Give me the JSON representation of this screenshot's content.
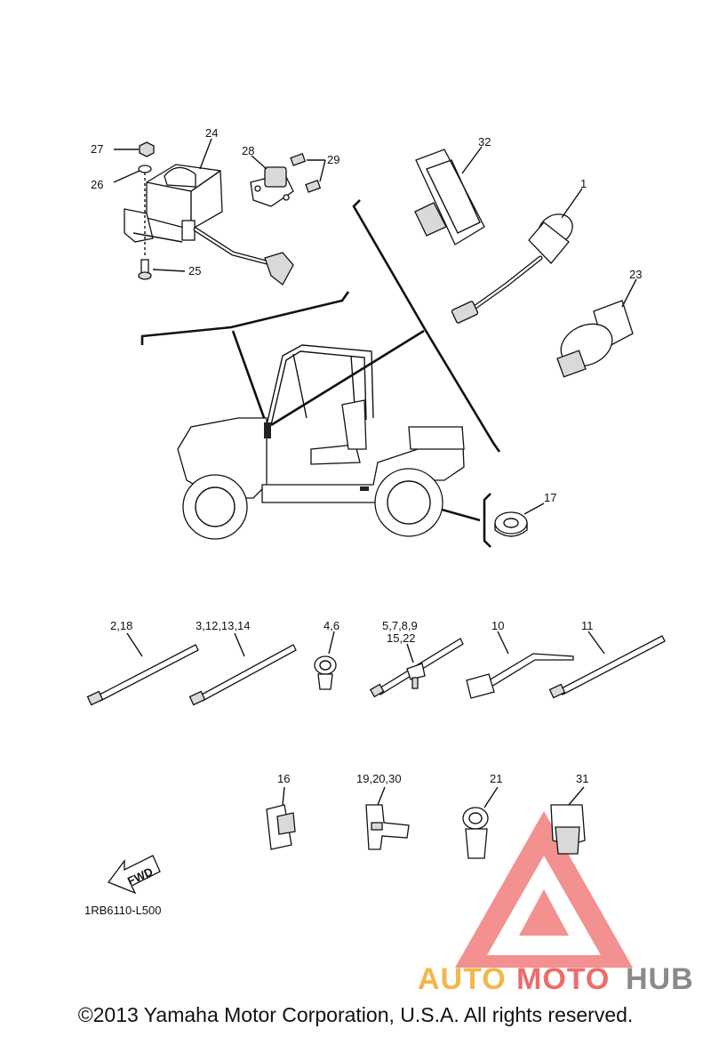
{
  "labels": {
    "p1": "1",
    "p2_18": "2,18",
    "p3_14": "3,12,13,14",
    "p4_6": "4,6",
    "p5_9": "5,7,8,9",
    "p15_22": "15,22",
    "p10": "10",
    "p11": "11",
    "p16": "16",
    "p17": "17",
    "p19_30": "19,20,30",
    "p21": "21",
    "p23": "23",
    "p24": "24",
    "p25": "25",
    "p26": "26",
    "p27": "27",
    "p28": "28",
    "p29": "29",
    "p31": "31",
    "p32": "32"
  },
  "fwd_label": "FWD",
  "drawing_number": "1RB6110-L500",
  "copyright": "©2013 Yamaha Motor Corporation, U.S.A. All rights reserved.",
  "watermark": {
    "part1": "AUTO",
    "part2": "MOTO",
    "part3": "HUB"
  },
  "colors": {
    "watermark_red": "#ef6b6b",
    "watermark_orange": "#f3b64a",
    "watermark_gray": "#8a8a8a"
  }
}
